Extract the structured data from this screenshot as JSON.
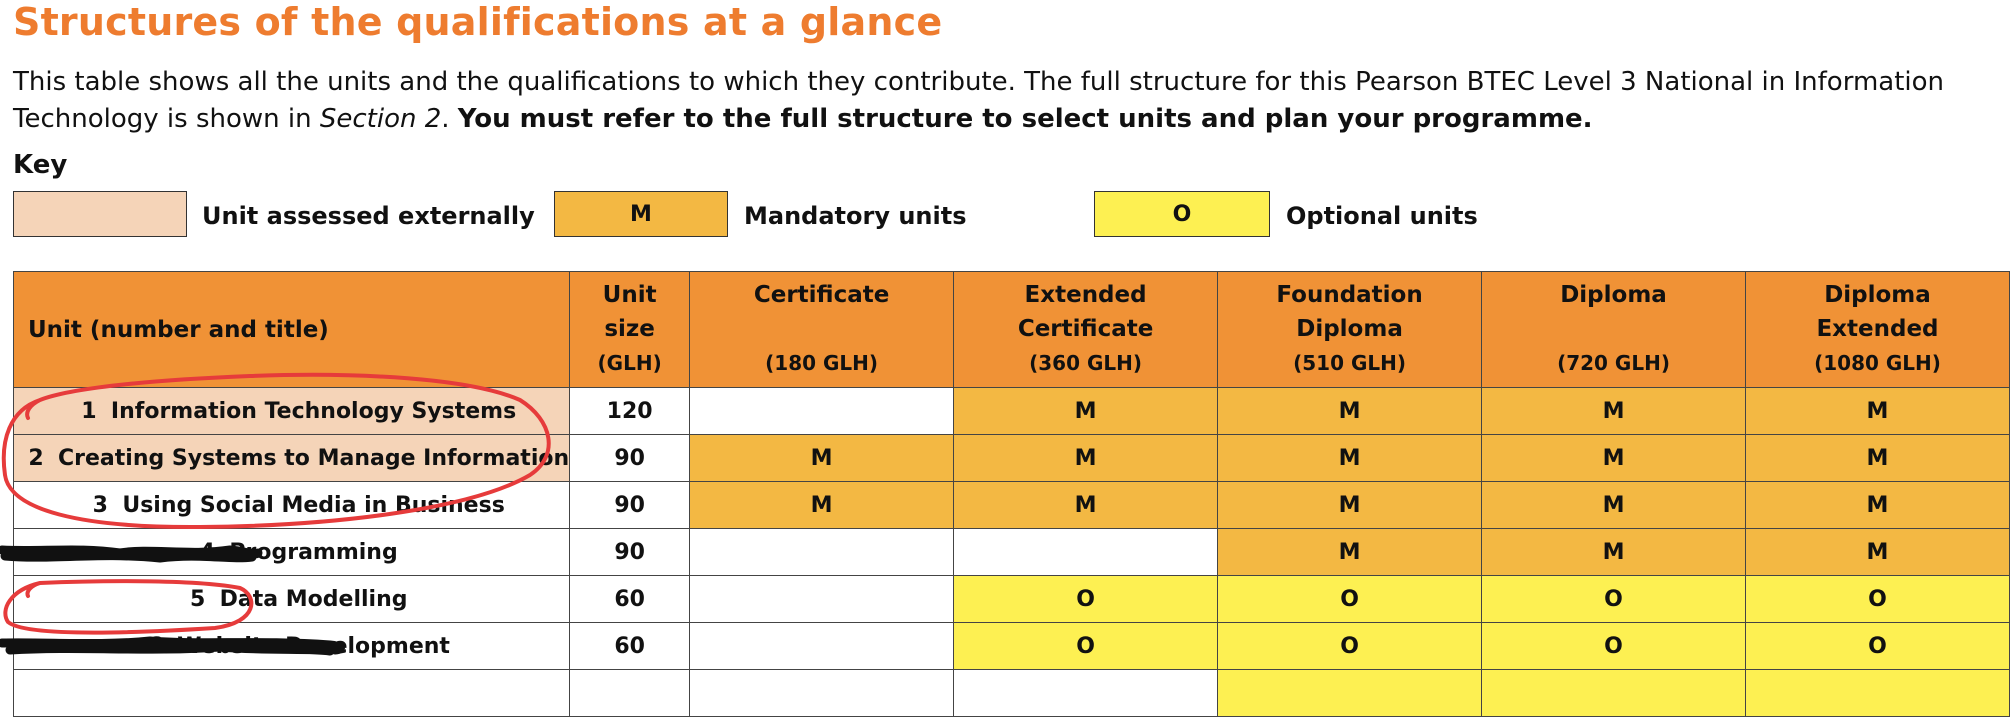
{
  "title": "Structures of the qualifications at a glance",
  "intro": {
    "text_1": "This table shows all the units and the qualifications to which they contribute. The full structure for this Pearson BTEC Level 3 National in Information Technology is shown in ",
    "italic": "Section 2",
    "text_2": ". ",
    "bold": "You must refer to the full structure to select units and plan your programme."
  },
  "key": {
    "label": "Key",
    "items": [
      {
        "box_text": "",
        "desc": "Unit assessed externally",
        "color": "#f5d4b8"
      },
      {
        "box_text": "M",
        "desc": "Mandatory units",
        "color": "#f3b843"
      },
      {
        "box_text": "O",
        "desc": "Optional units",
        "color": "#fdf052"
      }
    ]
  },
  "table": {
    "headers": {
      "unit": "Unit (number and title)",
      "size_1": "Unit",
      "size_2": "size",
      "size_3": "(GLH)",
      "cert": "Certificate",
      "cert_glh": "(180 GLH)",
      "ext_cert_1": "Extended",
      "ext_cert_2": "Certificate",
      "ext_cert_glh": "(360 GLH)",
      "found_1": "Foundation",
      "found_2": "Diploma",
      "found_glh": "(510 GLH)",
      "dip": "Diploma",
      "dip_glh": "(720 GLH)",
      "dipext_1": "Diploma",
      "dipext_2": "Extended",
      "dipext_glh": "(1080 GLH)"
    },
    "rows": [
      {
        "num": "1",
        "title": "Information Technology Systems",
        "size": "120",
        "cert": "",
        "ext": "M",
        "found": "M",
        "dip": "M",
        "dipext": "M"
      },
      {
        "num": "2",
        "title": "Creating Systems to Manage Information",
        "size": "90",
        "cert": "M",
        "ext": "M",
        "found": "M",
        "dip": "M",
        "dipext": "M"
      },
      {
        "num": "3",
        "title": "Using Social Media in Business",
        "size": "90",
        "cert": "M",
        "ext": "M",
        "found": "M",
        "dip": "M",
        "dipext": "M"
      },
      {
        "num": "4",
        "title": "Programming",
        "size": "90",
        "cert": "",
        "ext": "",
        "found": "M",
        "dip": "M",
        "dipext": "M"
      },
      {
        "num": "5",
        "title": "Data Modelling",
        "size": "60",
        "cert": "",
        "ext": "O",
        "found": "O",
        "dip": "O",
        "dipext": "O"
      },
      {
        "num": "6",
        "title": "Website Development",
        "size": "60",
        "cert": "",
        "ext": "O",
        "found": "O",
        "dip": "O",
        "dipext": "O"
      }
    ]
  }
}
